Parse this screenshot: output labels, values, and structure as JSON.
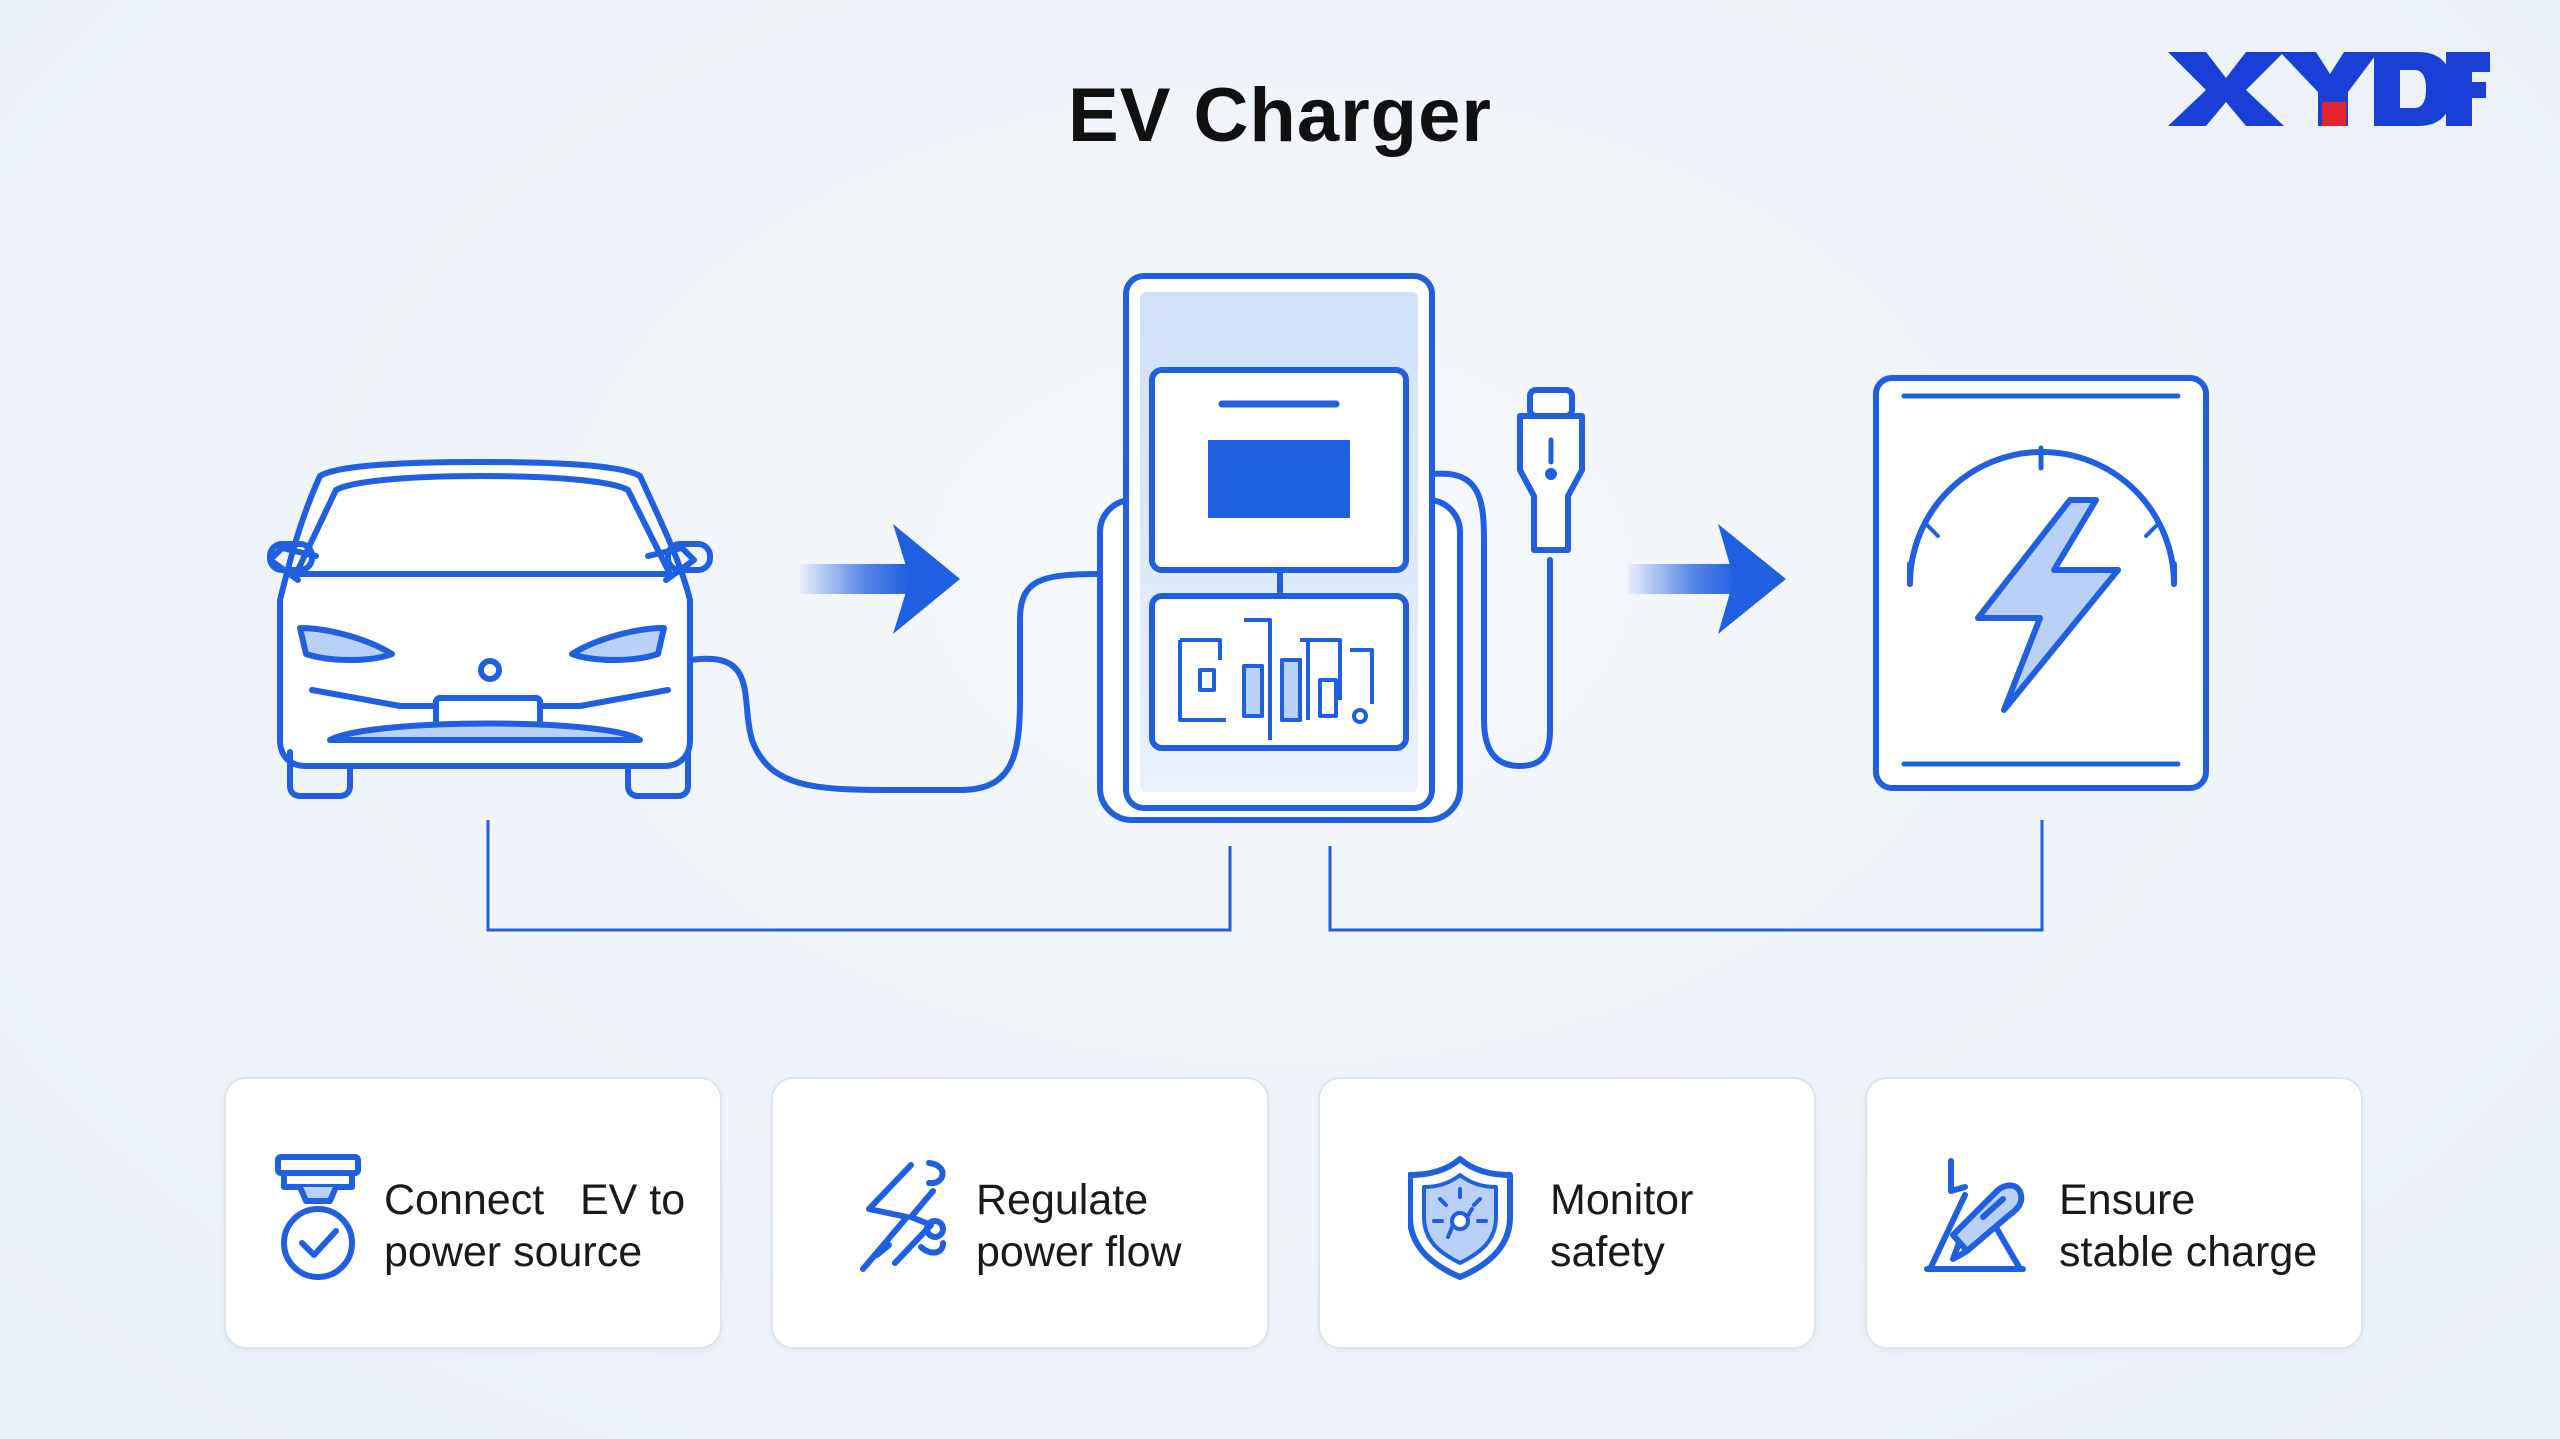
{
  "title": "EV Charger",
  "logo": {
    "text": "XYDF",
    "primary_color": "#1a3fd6",
    "accent_color": "#e3262d"
  },
  "colors": {
    "accent": "#1f5fe0",
    "icon_fill": "#b9d1f7",
    "card_border": "#dde3ea",
    "text": "#1a1a1a"
  },
  "diagram": {
    "nodes": [
      {
        "icon": "car-front-icon"
      },
      {
        "icon": "charging-station-icon"
      },
      {
        "icon": "charge-gauge-icon"
      }
    ],
    "arrows": [
      "right-arrow-icon",
      "right-arrow-icon"
    ]
  },
  "features": [
    {
      "icon": "plug-check-icon",
      "line1": "Connect   EV to",
      "line2": "power source"
    },
    {
      "icon": "flow-regulate-icon",
      "line1": "Regulate",
      "line2": "power flow"
    },
    {
      "icon": "shield-monitor-icon",
      "line1": "Monitor",
      "line2": "safety"
    },
    {
      "icon": "stable-charge-icon",
      "line1": "Ensure",
      "line2": "stable charge"
    }
  ]
}
